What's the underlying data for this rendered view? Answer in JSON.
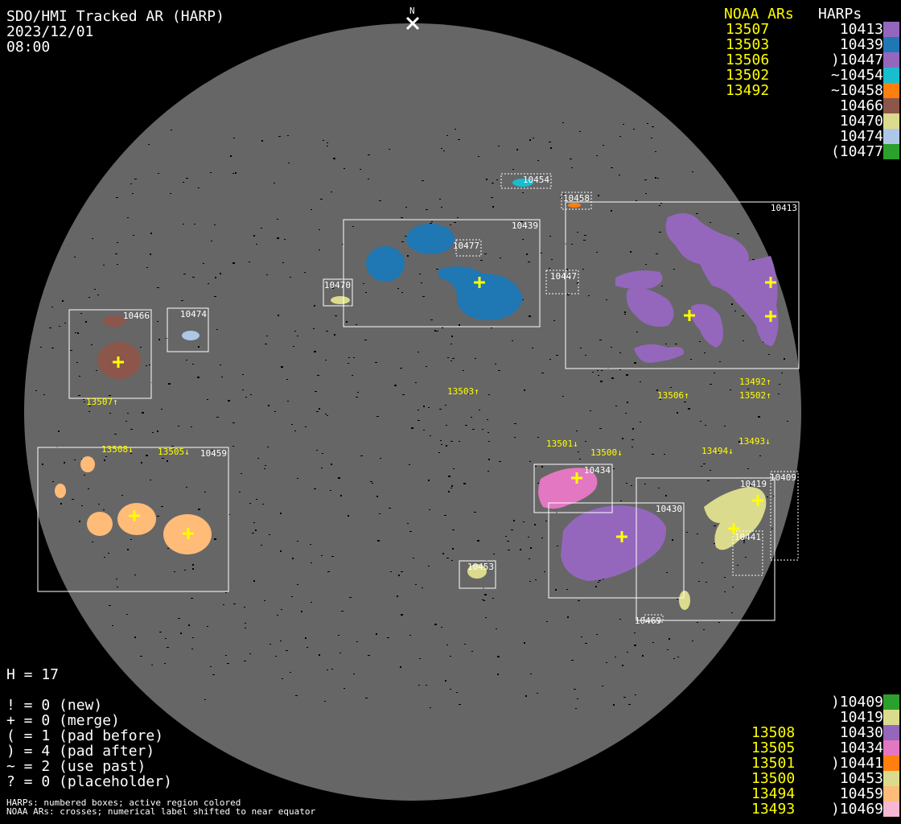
{
  "title": "SDO/HMI Tracked AR (HARP)",
  "date": "2023/12/01",
  "time": "08:00",
  "north_label": "N",
  "legend_top": {
    "noaa_header": "NOAA ARs",
    "harp_header": "HARPs",
    "noaa": [
      "13507",
      "13503",
      "13506",
      "13502",
      "13492"
    ],
    "harps": [
      {
        "label": "10413",
        "color": "#9467bd"
      },
      {
        "label": "10439",
        "color": "#1f77b4"
      },
      {
        "label": ")10447",
        "color": "#9467bd"
      },
      {
        "label": "~10454",
        "color": "#17becf"
      },
      {
        "label": "~10458",
        "color": "#ff7f0e"
      },
      {
        "label": "10466",
        "color": "#8c564b"
      },
      {
        "label": "10470",
        "color": "#dbdb8d"
      },
      {
        "label": "10474",
        "color": "#aec7e8"
      },
      {
        "label": "(10477",
        "color": "#2ca02c"
      }
    ]
  },
  "legend_bottom": {
    "noaa": [
      "",
      "",
      "13508",
      "13505",
      "13501",
      "13500",
      "13494",
      "13493"
    ],
    "harps": [
      {
        "label": ")10409",
        "color": "#2ca02c"
      },
      {
        "label": "10419",
        "color": "#dbdb8d"
      },
      {
        "label": "10430",
        "color": "#9467bd"
      },
      {
        "label": "10434",
        "color": "#e377c2"
      },
      {
        "label": ")10441",
        "color": "#ff7f0e"
      },
      {
        "label": "10453",
        "color": "#dbdb8d"
      },
      {
        "label": "10459",
        "color": "#ffbb78"
      },
      {
        "label": ")10469",
        "color": "#f7b6d2"
      }
    ]
  },
  "stats": {
    "h": "H = 17",
    "lines": [
      "! = 0 (new)",
      "+ = 0 (merge)",
      "( = 1 (pad before)",
      ") = 4 (pad after)",
      "~ = 2 (use past)",
      "? = 0 (placeholder)"
    ]
  },
  "footnotes": [
    "HARPs: numbered boxes; active region colored",
    "NOAA ARs: crosses; numerical label shifted to near equator"
  ],
  "boxes": [
    "10454",
    "10458",
    "10413",
    "10439",
    "10477",
    "10447",
    "10470",
    "10466",
    "10474",
    "10459",
    "10434",
    "10430",
    "10419",
    "10409",
    "10441",
    "10453",
    "10469"
  ],
  "noaa_labels": [
    "13507↑",
    "13503↑",
    "13506↑",
    "13492↑",
    "13502↑",
    "13508↓",
    "13505↓",
    "13501↓",
    "13500↓",
    "13494↓",
    "13493↓"
  ]
}
